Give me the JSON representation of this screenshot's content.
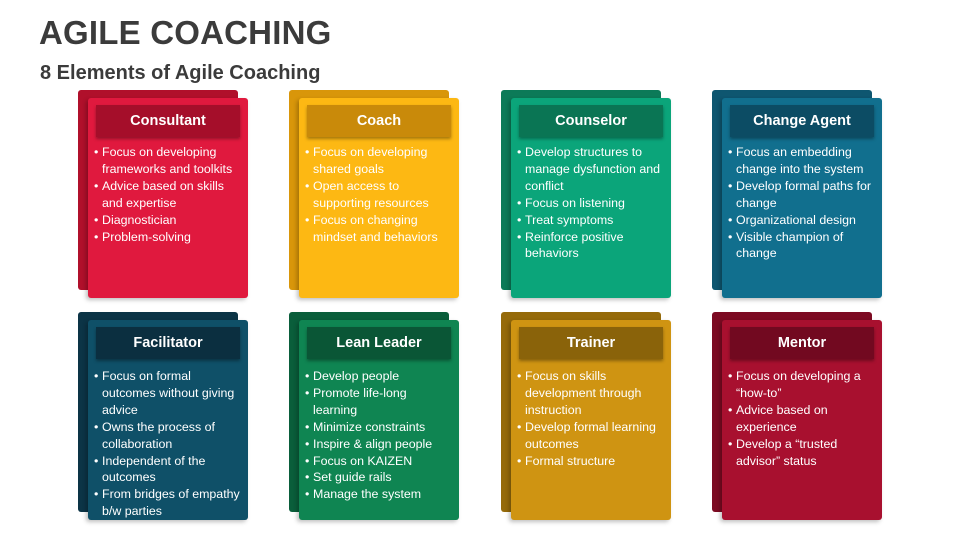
{
  "title": "AGILE COACHING",
  "subtitle": "8 Elements of Agile Coaching",
  "cards": [
    {
      "heading": "Consultant",
      "colors": {
        "back": "#b0102b",
        "front": "#e0193e",
        "head": "#a50e2a"
      },
      "bullets": [
        "Focus on developing frameworks and toolkits",
        "Advice based on skills and expertise",
        "Diagnostician",
        "Problem-solving"
      ]
    },
    {
      "heading": "Coach",
      "colors": {
        "back": "#d9960a",
        "front": "#fdb813",
        "head": "#c98a0a"
      },
      "bullets": [
        "Focus on developing shared goals",
        "Open access to supporting resources",
        "Focus on changing mindset and behaviors"
      ]
    },
    {
      "heading": "Counselor",
      "colors": {
        "back": "#0c7a58",
        "front": "#0ba57a",
        "head": "#0a7554"
      },
      "bullets": [
        "Develop structures to manage dysfunction and conflict",
        "Focus on listening",
        "Treat symptoms",
        "Reinforce positive behaviors"
      ]
    },
    {
      "heading": "Change Agent",
      "colors": {
        "back": "#0e5670",
        "front": "#116f8e",
        "head": "#0c4c64"
      },
      "bullets": [
        "Focus an embedding change into the system",
        "Develop formal paths for change",
        "Organizational design",
        "Visible champion of change"
      ]
    },
    {
      "heading": "Facilitator",
      "colors": {
        "back": "#0c3446",
        "front": "#0f5068",
        "head": "#0b2f40"
      },
      "bullets": [
        "Focus on formal outcomes without giving advice",
        "Owns the process of collaboration",
        "Independent of the outcomes",
        "From bridges of empathy b/w parties"
      ]
    },
    {
      "heading": "Lean Leader",
      "colors": {
        "back": "#0a5e3b",
        "front": "#0f8552",
        "head": "#0a5636"
      },
      "bullets": [
        "Develop people",
        "Promote life-long learning",
        "Minimize constraints",
        "Inspire & align people",
        "Focus on KAIZEN",
        "Set guide rails",
        "Manage the system"
      ]
    },
    {
      "heading": "Trainer",
      "colors": {
        "back": "#956a0a",
        "front": "#cf9412",
        "head": "#8a630a"
      },
      "bullets": [
        "Focus on skills development through instruction",
        "Develop formal learning outcomes",
        "Formal structure"
      ]
    },
    {
      "heading": "Mentor",
      "colors": {
        "back": "#7c0a22",
        "front": "#a8102f",
        "head": "#720920"
      },
      "bullets": [
        "Focus on developing a “how-to”",
        "Advice based on experience",
        "Develop a “trusted advisor” status"
      ]
    }
  ]
}
